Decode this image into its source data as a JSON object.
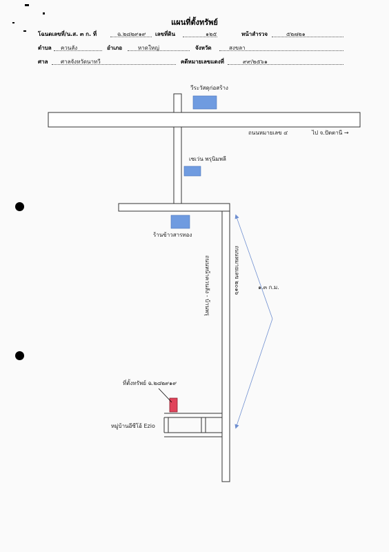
{
  "header": {
    "title": "แผนที่ตั้งทรัพย์",
    "deed_label": "โฉนดเลขที่/น.ส. ๓ ก. ที่",
    "deed_value": "ฉ.๒๘๒๙๑๙",
    "land_no_label": "เลขที่ดิน",
    "land_no_value": "๑๒๕",
    "survey_page_label": "หน้าสำรวจ",
    "survey_page_value": "๕๒๗๒๑",
    "subdistrict_label": "ตำบล",
    "subdistrict_value": "ควนลัง",
    "district_label": "อำเภอ",
    "district_value": "หาดใหญ่",
    "province_label": "จังหวัด",
    "province_value": "สงขลา",
    "court_label": "ศาล",
    "court_value": "ศาลจังหวัดนาทวี",
    "case_label": "คดีหมายเลขแดงที่",
    "case_value": "๙๙/๒๕๖๑"
  },
  "map": {
    "temple": "วีระวัสดุก่อสร้าง",
    "highway": "ถนนหมายเลข ๔",
    "to_pattani": "ไป จ.ปัตตานี →",
    "seven_eleven": "เซเว่น พรุนิมพลี",
    "rice_shop": "ร้านข้าวสารทอง",
    "road_left": "ถนนหน้าควนลัง - บ้านพรุ",
    "road_right": "ถนนหมายเลข ๒๐๑๖",
    "distance": "๑.๓ ก.ม.",
    "property": "ที่ตั้งทรัพย์ ฉ.๒๘๒๙๑๙",
    "village": "หมู่บ้านอีซีโอ้ Ezio"
  },
  "colors": {
    "landmark_fill": "#6f9be0",
    "property_fill": "#e0435a",
    "arrow_color": "#6f8fd0"
  }
}
